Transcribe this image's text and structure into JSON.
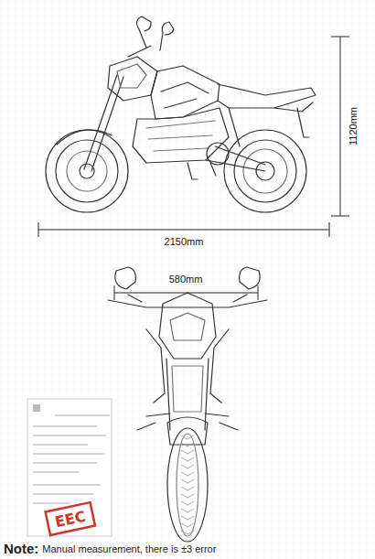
{
  "diagram": {
    "labels": [
      "1120mm",
      "2150mm",
      "580mm",
      "EEC",
      "Note:",
      "Manual measurement, there is ±3 error"
    ]
  }
}
